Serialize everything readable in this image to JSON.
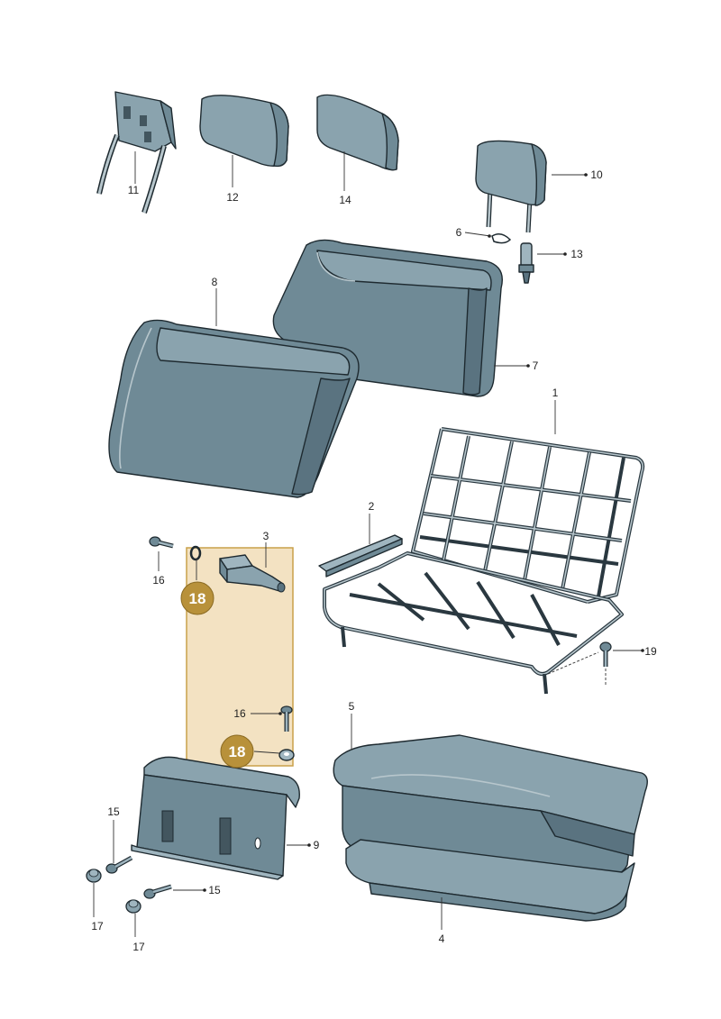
{
  "callouts": [
    {
      "id": "c1",
      "text": "1"
    },
    {
      "id": "c2",
      "text": "2"
    },
    {
      "id": "c3",
      "text": "3"
    },
    {
      "id": "c4",
      "text": "4"
    },
    {
      "id": "c5",
      "text": "5"
    },
    {
      "id": "c6",
      "text": "6"
    },
    {
      "id": "c7",
      "text": "7"
    },
    {
      "id": "c8",
      "text": "8"
    },
    {
      "id": "c9",
      "text": "9"
    },
    {
      "id": "c10",
      "text": "10"
    },
    {
      "id": "c11",
      "text": "11"
    },
    {
      "id": "c12",
      "text": "12"
    },
    {
      "id": "c13",
      "text": "13"
    },
    {
      "id": "c14",
      "text": "14"
    },
    {
      "id": "c15a",
      "text": "15"
    },
    {
      "id": "c15b",
      "text": "15"
    },
    {
      "id": "c16a",
      "text": "16"
    },
    {
      "id": "c16b",
      "text": "16"
    },
    {
      "id": "c17a",
      "text": "17"
    },
    {
      "id": "c17b",
      "text": "17"
    },
    {
      "id": "c19",
      "text": "19"
    }
  ],
  "badges": [
    {
      "id": "b18a",
      "text": "18"
    },
    {
      "id": "b18b",
      "text": "18"
    }
  ],
  "colors": {
    "highlight_fill": "#f3e2c2",
    "highlight_stroke": "#c9a14a",
    "badge": "#b8913a",
    "part_fill": "#6f8a96"
  }
}
